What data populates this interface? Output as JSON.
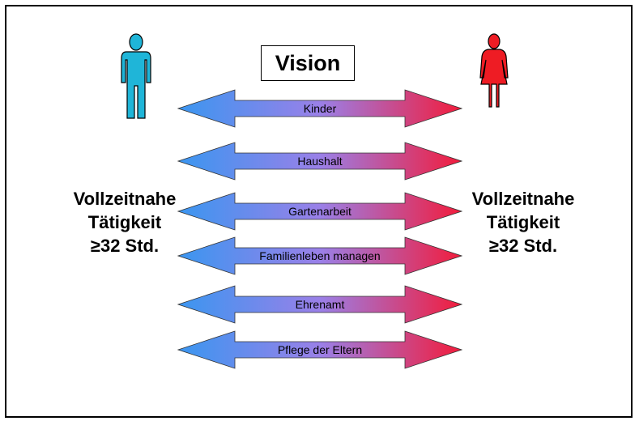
{
  "title": "Vision",
  "left_person": {
    "lines": [
      "Vollzeitnahe",
      "Tätigkeit",
      "≥32 Std."
    ],
    "color": "#1fb5d8",
    "icon": "man-icon"
  },
  "right_person": {
    "lines": [
      "Vollzeitnahe",
      "Tätigkeit",
      "≥32 Std."
    ],
    "color": "#ee1c24",
    "icon": "woman-icon"
  },
  "arrows": [
    {
      "label": "Kinder"
    },
    {
      "label": "Haushalt"
    },
    {
      "label": "Gartenarbeit"
    },
    {
      "label": "Familienleben managen"
    },
    {
      "label": "Ehrenamt"
    },
    {
      "label": "Pflege der Eltern"
    }
  ],
  "colors": {
    "arrow_left": "#3a96f0",
    "arrow_mid": "#9a80e8",
    "arrow_right": "#f21c3c"
  }
}
